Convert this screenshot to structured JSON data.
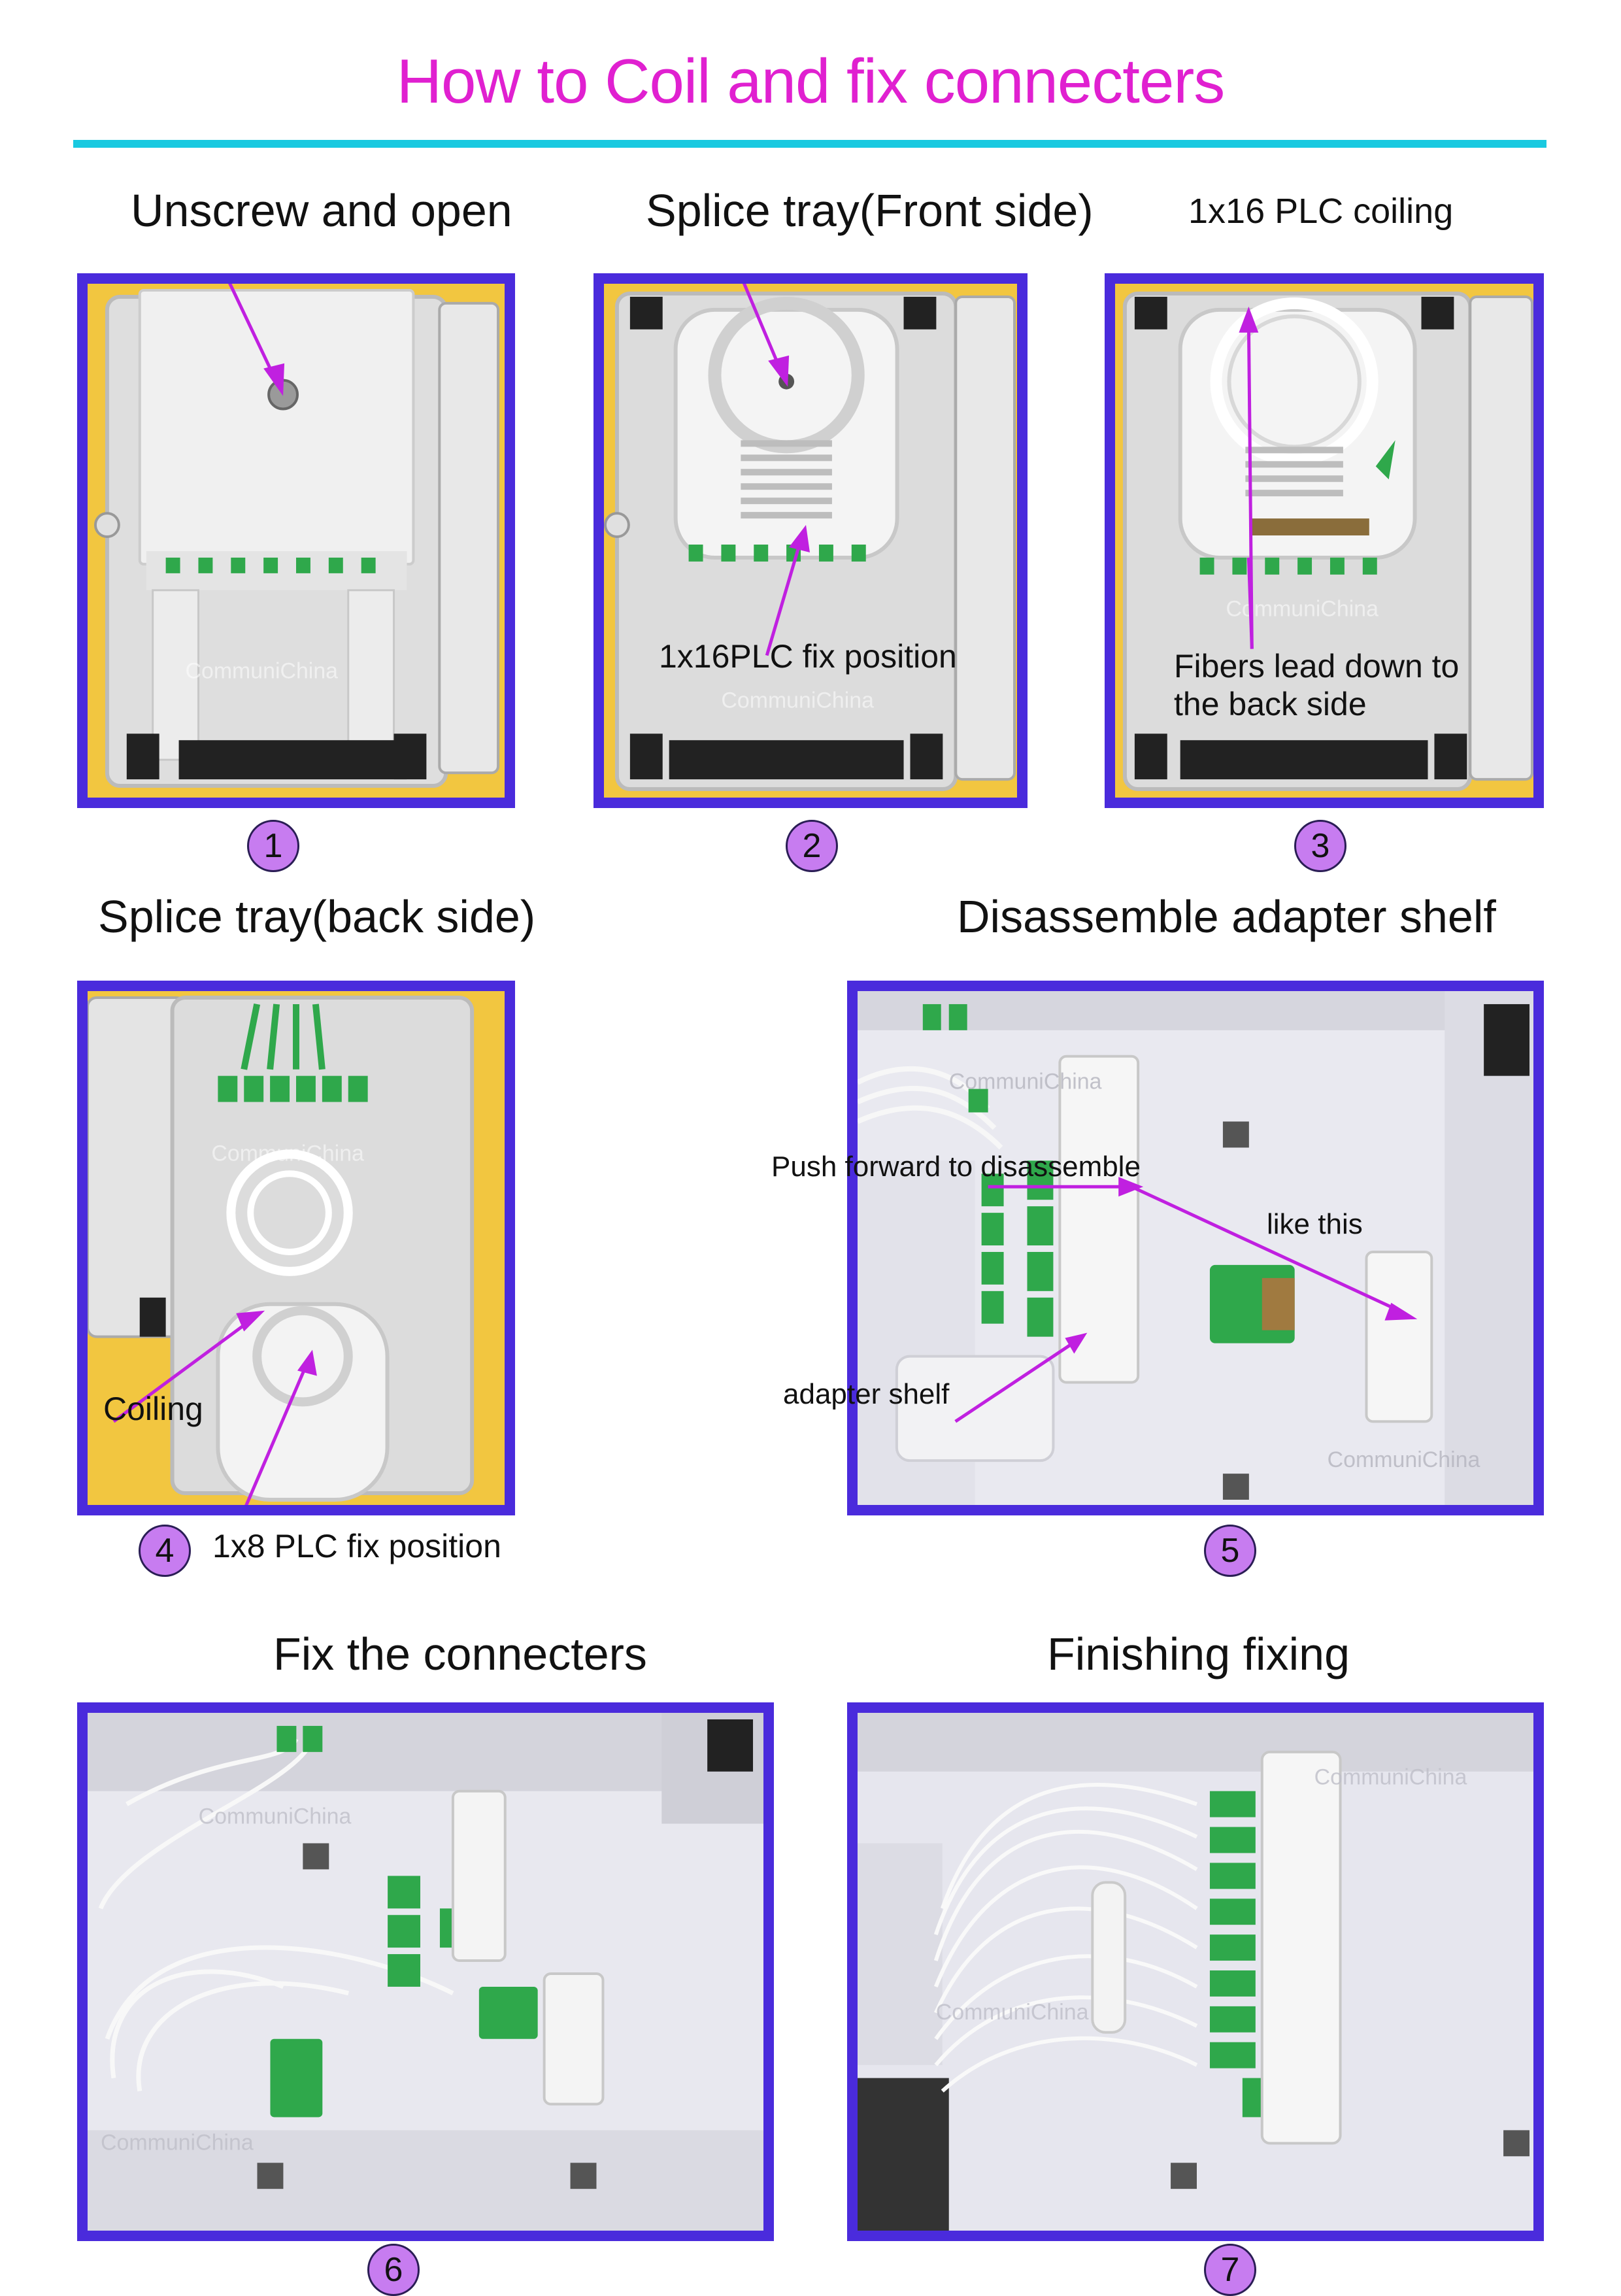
{
  "title": "How to Coil and fix connecters",
  "steps": [
    {
      "number": "1",
      "caption": "Unscrew and open",
      "labels": []
    },
    {
      "number": "2",
      "caption": "Splice tray(Front side)",
      "labels": [
        "1x16PLC fix position"
      ]
    },
    {
      "number": "3",
      "caption": "1x16 PLC coiling",
      "labels": [
        "Fibers lead down to",
        "the back side"
      ]
    },
    {
      "number": "4",
      "caption": "Splice tray(back side)",
      "labels": [
        "Coiling",
        "1x8 PLC fix position"
      ]
    },
    {
      "number": "5",
      "caption": "Disassemble adapter shelf",
      "labels": [
        "Push forward to disassemble",
        "like this",
        "adapter shelf"
      ]
    },
    {
      "number": "6",
      "caption": "Fix the connecters",
      "labels": []
    },
    {
      "number": "7",
      "caption": "Finishing fixing",
      "labels": []
    }
  ],
  "watermark": "CommuniChina",
  "colors": {
    "title": "#e020d0",
    "rule": "#19c9e0",
    "frame": "#4a2bdc",
    "badge": "#c77cf0",
    "arrow": "#c020e0",
    "photo_bg": "#f2c640"
  }
}
